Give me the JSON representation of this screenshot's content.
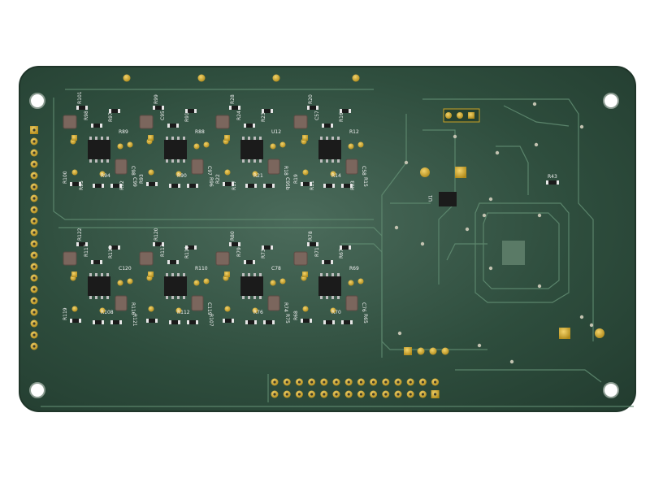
{
  "board": {
    "colors": {
      "mask": "#2b4a3a",
      "mask_light": "#3c5e4c",
      "edge": "#3f5f4e",
      "trace": "#6f9a7f",
      "silk": "#f2f2f2",
      "gold": "#c9a227",
      "ic": "#1b1b1b",
      "cap": "#7b665d"
    }
  },
  "designators": {
    "ch1": [
      "R101",
      "R98",
      "R97",
      "R89",
      "C98",
      "R94",
      "C99",
      "R100",
      "R95",
      "R92"
    ],
    "ch2": [
      "R99",
      "C95",
      "R91",
      "R88",
      "C97",
      "R90",
      "R96",
      "R93"
    ],
    "ch3": [
      "R28",
      "R24",
      "R23",
      "U12",
      "R18",
      "R21",
      "C95b",
      "R22",
      "R17"
    ],
    "ch4": [
      "R20",
      "C57",
      "R16",
      "R12",
      "C58",
      "R14",
      "R15",
      "R19",
      "R11",
      "R13"
    ],
    "ch5": [
      "R122",
      "R117",
      "R115",
      "C120",
      "R116",
      "R108",
      "R121",
      "R119"
    ],
    "ch6": [
      "R120",
      "R113",
      "R111",
      "R110",
      "C119",
      "R112",
      "R107"
    ],
    "ch7": [
      "R80",
      "R79",
      "R73",
      "C78",
      "R74",
      "R76",
      "R75"
    ],
    "ch8": [
      "R78",
      "R71",
      "R67",
      "R69",
      "C76",
      "R70",
      "R65",
      "R68"
    ],
    "misc": [
      "R43",
      "U1"
    ]
  }
}
